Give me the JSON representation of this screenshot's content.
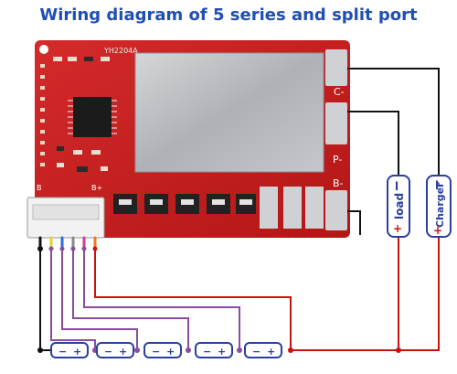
{
  "title": "Wiring diagram of 5 series and split port",
  "board": {
    "model_label": "YH2204A",
    "pads": {
      "c_minus": "C-",
      "p_minus": "P-",
      "b_minus": "B-",
      "b_plus": "B+",
      "b_port": "B"
    }
  },
  "load": {
    "minus": "l",
    "label": "load",
    "plus": "+"
  },
  "charger": {
    "minus": "l",
    "label": "Charger",
    "plus": "+"
  },
  "cells": [
    {
      "minus": "−",
      "plus": "+"
    },
    {
      "minus": "−",
      "plus": "+"
    },
    {
      "minus": "−",
      "plus": "+"
    },
    {
      "minus": "−",
      "plus": "+"
    },
    {
      "minus": "−",
      "plus": "+"
    }
  ],
  "colors": {
    "title": "#1f4fb3",
    "pcb_red": "#c71f1f",
    "shield": "#b9bcc0",
    "wire_black": "#111111",
    "wire_red": "#cc1111",
    "wire_purple": "#8a4c9e",
    "cell_border": "#2a3fa0"
  }
}
